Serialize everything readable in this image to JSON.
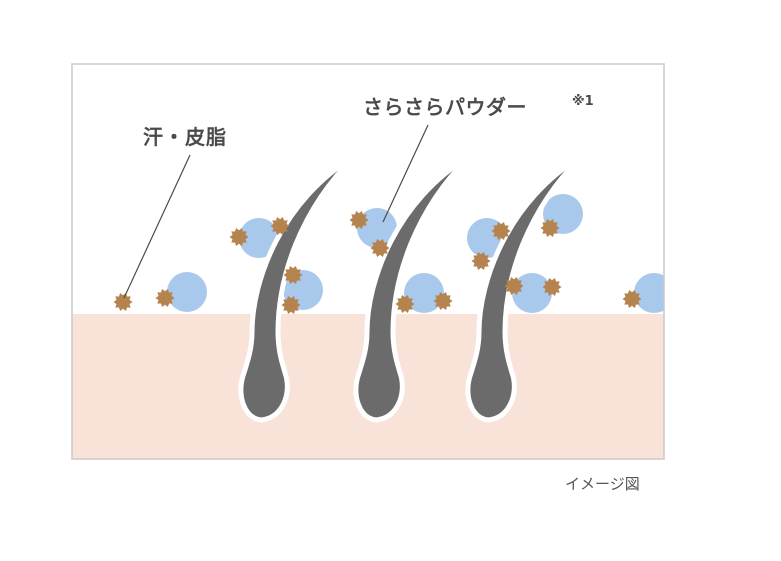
{
  "labels": {
    "sweat_sebum": "汗・皮脂",
    "powder": "さらさらパウダー",
    "note_mark": "※1",
    "caption": "イメージ図"
  },
  "colors": {
    "frame_border": "#c9c9c9",
    "sky_background": "#ffffff",
    "skin": "#f9e3d8",
    "hair": "#6b6b6b",
    "hair_outline": "#ffffff",
    "powder_particle": "#a8c8ec",
    "sebum_particle": "#b5834d",
    "leader_line": "#4a4a4a",
    "text": "#4a4a4a"
  },
  "legend": [
    {
      "name": "sweat-sebum-particle",
      "icon": "spiky-brown-dot"
    },
    {
      "name": "powder-particle",
      "icon": "light-blue-circle"
    }
  ]
}
